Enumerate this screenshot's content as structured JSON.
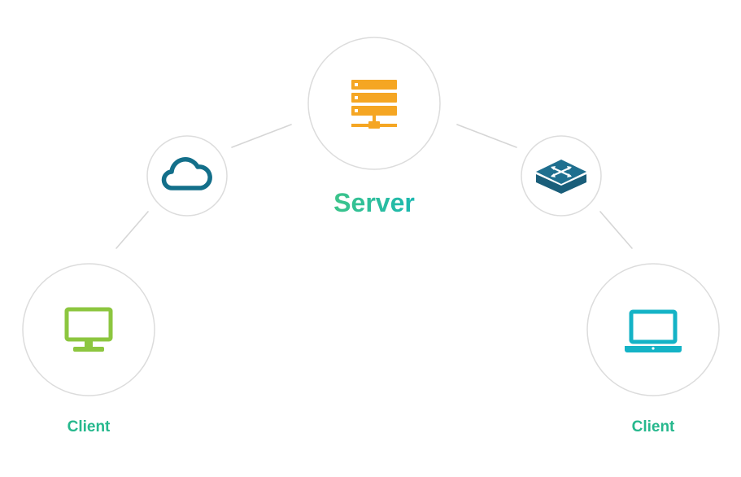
{
  "labels": {
    "server": "Server",
    "client_left": "Client",
    "client_right": "Client"
  },
  "nodes": [
    {
      "id": "server",
      "icon": "server-icon"
    },
    {
      "id": "cloud",
      "icon": "cloud-icon"
    },
    {
      "id": "switch",
      "icon": "network-switch-icon"
    },
    {
      "id": "client-desktop",
      "icon": "desktop-monitor-icon"
    },
    {
      "id": "client-laptop",
      "icon": "laptop-icon"
    }
  ],
  "colors": {
    "server_icon": "#f5a623",
    "server_label_start": "#3cc48a",
    "server_label_end": "#1cb8b0",
    "cloud_icon": "#136f8a",
    "switch_icon": "#1f6f8f",
    "desktop_icon": "#8cc63f",
    "laptop_icon": "#14b3c6",
    "client_label": "#26b88d",
    "circle_border": "#dcdcdc",
    "connector": "#d6d6d6"
  }
}
